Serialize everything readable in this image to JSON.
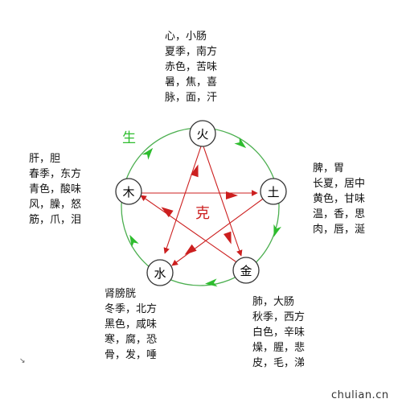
{
  "elements": [
    {
      "id": "fire",
      "label": "火",
      "lines": [
        "心，小肠",
        "夏季，南方",
        "赤色，苦味",
        "暑，焦，喜",
        "脉，面，汗"
      ]
    },
    {
      "id": "earth",
      "label": "土",
      "lines": [
        "脾，胃",
        "长夏，居中",
        "黄色，甘味",
        "温，香，思",
        "肉，唇，涎"
      ]
    },
    {
      "id": "metal",
      "label": "金",
      "lines": [
        "肺，大肠",
        "秋季，西方",
        "白色，辛味",
        "燥，腥，悲",
        "皮，毛，涕"
      ]
    },
    {
      "id": "water",
      "label": "水",
      "lines": [
        "肾膀胱",
        "冬季，北方",
        "黑色，咸味",
        "寒，腐，恐",
        "骨，发，唾"
      ]
    },
    {
      "id": "wood",
      "label": "木",
      "lines": [
        "肝，胆",
        "春季，东方",
        "青色，酸味",
        "风，臊，怒",
        "筋，爪，泪"
      ]
    }
  ],
  "generating_label": "生",
  "controlling_label": "克",
  "watermark": "chulian.cn",
  "corner_mark": "↘",
  "colors": {
    "generating": "#2ebd2e",
    "controlling": "#cc1f1f",
    "node_border": "#333333",
    "node_fill": "#ffffff"
  }
}
